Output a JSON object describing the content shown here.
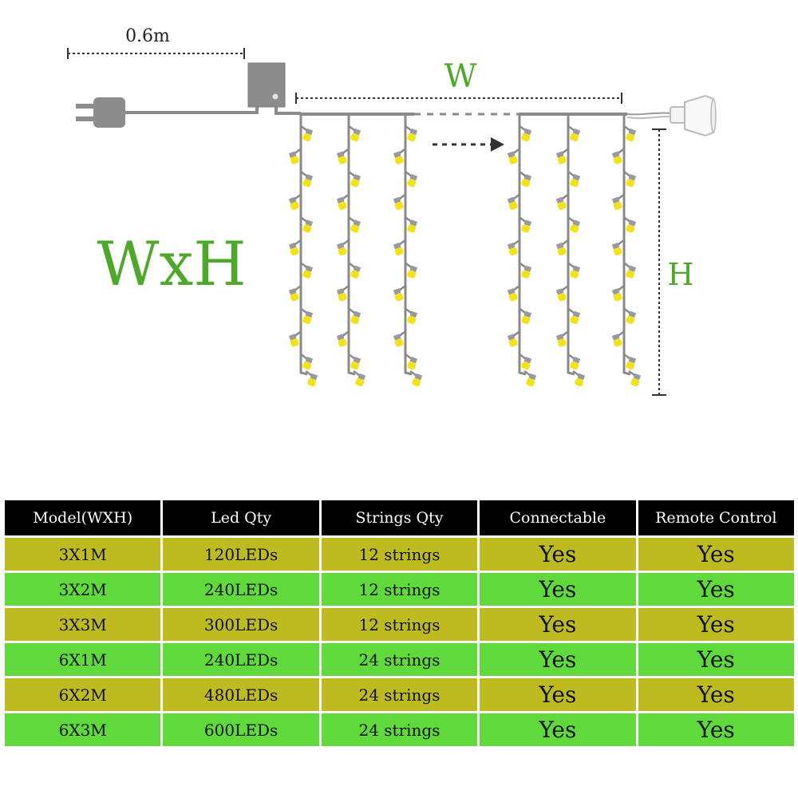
{
  "diagram": {
    "plug_cable_length": "0.6m",
    "width_label": "W",
    "height_label": "H",
    "size_label": "WxH",
    "colors": {
      "accent_green": "#4ea82a",
      "wire_gray": "#8a8a8a",
      "led_yellow": "#f2e21b",
      "controller_gray": "#8c8c8c"
    },
    "icons": [
      "power-plug-icon",
      "controller-box-icon",
      "end-connector-icon",
      "arrow-right-icon"
    ]
  },
  "table": {
    "headers": [
      "Model(WXH)",
      "Led Qty",
      "Strings Qty",
      "Connectable",
      "Remote Control"
    ],
    "row_colors": [
      "#bdbb20",
      "#5fd93c"
    ],
    "header_color": "#000000",
    "rows": [
      {
        "model": "3X1M",
        "leds": "120LEDs",
        "strings": "12 strings",
        "connectable": "Yes",
        "remote": "Yes"
      },
      {
        "model": "3X2M",
        "leds": "240LEDs",
        "strings": "12 strings",
        "connectable": "Yes",
        "remote": "Yes"
      },
      {
        "model": "3X3M",
        "leds": "300LEDs",
        "strings": "12 strings",
        "connectable": "Yes",
        "remote": "Yes"
      },
      {
        "model": "6X1M",
        "leds": "240LEDs",
        "strings": "24 strings",
        "connectable": "Yes",
        "remote": "Yes"
      },
      {
        "model": "6X2M",
        "leds": "480LEDs",
        "strings": "24 strings",
        "connectable": "Yes",
        "remote": "Yes"
      },
      {
        "model": "6X3M",
        "leds": "600LEDs",
        "strings": "24 strings",
        "connectable": "Yes",
        "remote": "Yes"
      }
    ]
  }
}
